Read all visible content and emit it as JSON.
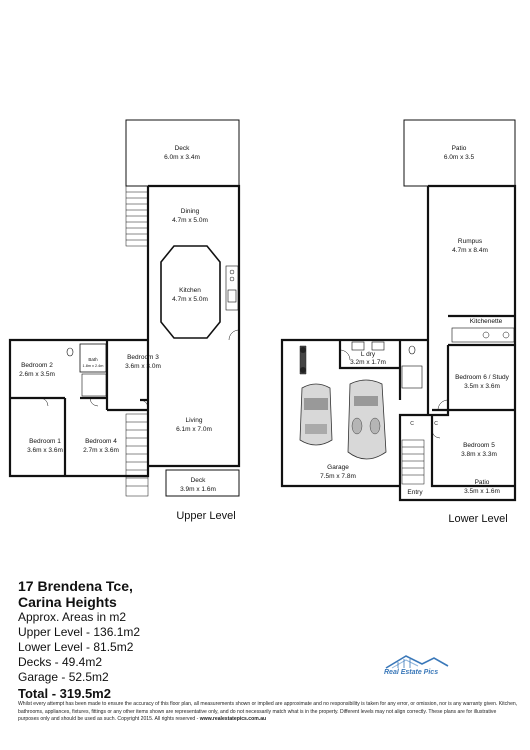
{
  "upper": {
    "level_label": "Upper Level",
    "rooms": {
      "deck_top": {
        "name": "Deck",
        "size": "6.0m x 3.4m"
      },
      "dining": {
        "name": "Dining",
        "size": "4.7m x 5.0m"
      },
      "kitchen": {
        "name": "Kitchen",
        "size": "4.7m x 5.0m"
      },
      "bedroom2": {
        "name": "Bedroom 2",
        "size": "2.6m x 3.5m"
      },
      "bath": {
        "name": "Bath",
        "size": "1.8m x 2.4m"
      },
      "bedroom3": {
        "name": "Bedroom 3",
        "size": "3.6m x 3.0m"
      },
      "living": {
        "name": "Living",
        "size": "6.1m x 7.0m"
      },
      "bedroom1": {
        "name": "Bedroom 1",
        "size": "3.6m x 3.6m"
      },
      "bedroom4": {
        "name": "Bedroom 4",
        "size": "2.7m x 3.6m"
      },
      "deck_bottom": {
        "name": "Deck",
        "size": "3.9m x 1.6m"
      }
    }
  },
  "lower": {
    "level_label": "Lower Level",
    "rooms": {
      "patio_top": {
        "name": "Patio",
        "size": "6.0m x 3.5"
      },
      "rumpus": {
        "name": "Rumpus",
        "size": "4.7m x 8.4m"
      },
      "kitchenette": {
        "name": "Kitchenette"
      },
      "ldry": {
        "name": "L dry",
        "size": "3.2m x 1.7m"
      },
      "bedroom6": {
        "name": "Bedroom 6 / Study",
        "size": "3.5m x 3.6m"
      },
      "garage": {
        "name": "Garage",
        "size": "7.5m x 7.8m"
      },
      "bedroom5": {
        "name": "Bedroom 5",
        "size": "3.8m x 3.3m"
      },
      "entry": {
        "name": "Entry"
      },
      "patio_bottom": {
        "name": "Patio",
        "size": "3.5m x 1.6m"
      },
      "c1": "C",
      "c2": "C"
    }
  },
  "info": {
    "address_line1": "17 Brendena Tce,",
    "address_line2": "Carina Heights",
    "areas_heading": "Approx. Areas in m2",
    "upper_level": "Upper Level - 136.1m2",
    "lower_level": "Lower Level - 81.5m2",
    "decks": "Decks - 49.4m2",
    "garage": "Garage  - 52.5m2",
    "total": "Total - 319.5m2"
  },
  "logo": {
    "text": "Real Estate Pics",
    "color": "#3a78b9"
  },
  "disclaimer": {
    "text": "Whilst every attempt has been made to ensure the accuracy of this floor plan, all measurements shown or implied are approximate and no responsibility is taken for any error, or omission, nor is any warranty given.  Kitchen, bathrooms, appliances, fixtures, fittings or any  other items shown  are representative only, and do not necessarily match what is in the property.  Different levels may not align correctly.  These plans are for illustrative purposes only and should be used as such.  Copyright 2015.  All rights reserved -",
    "website": "www.realestatepics.com.au"
  }
}
